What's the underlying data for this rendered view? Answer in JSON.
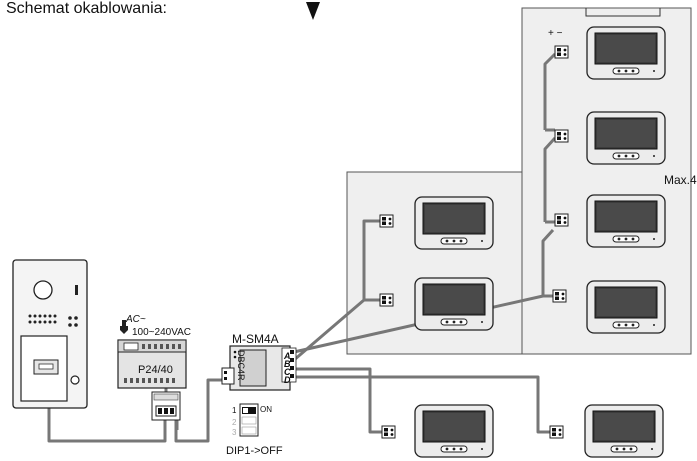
{
  "title": "Schemat okablowania:",
  "power": {
    "ac_symbol": "AC~",
    "voltage": "100~240VAC",
    "model": "P24/40"
  },
  "distributor": {
    "model": "M-SM4A",
    "inner_label": "DBC4R",
    "terminals": [
      "A",
      "B",
      "C",
      "D"
    ]
  },
  "dip": {
    "on_label": "ON",
    "positions": [
      "1",
      "2",
      "3"
    ],
    "note": "DIP1->OFF"
  },
  "max_note": "Max.4",
  "polarity": "+ −",
  "colors": {
    "wire": "#777777",
    "panel_bg": "#efefef",
    "monitor_frame": "#e8e8e8",
    "screen": "#3a3a3a"
  }
}
